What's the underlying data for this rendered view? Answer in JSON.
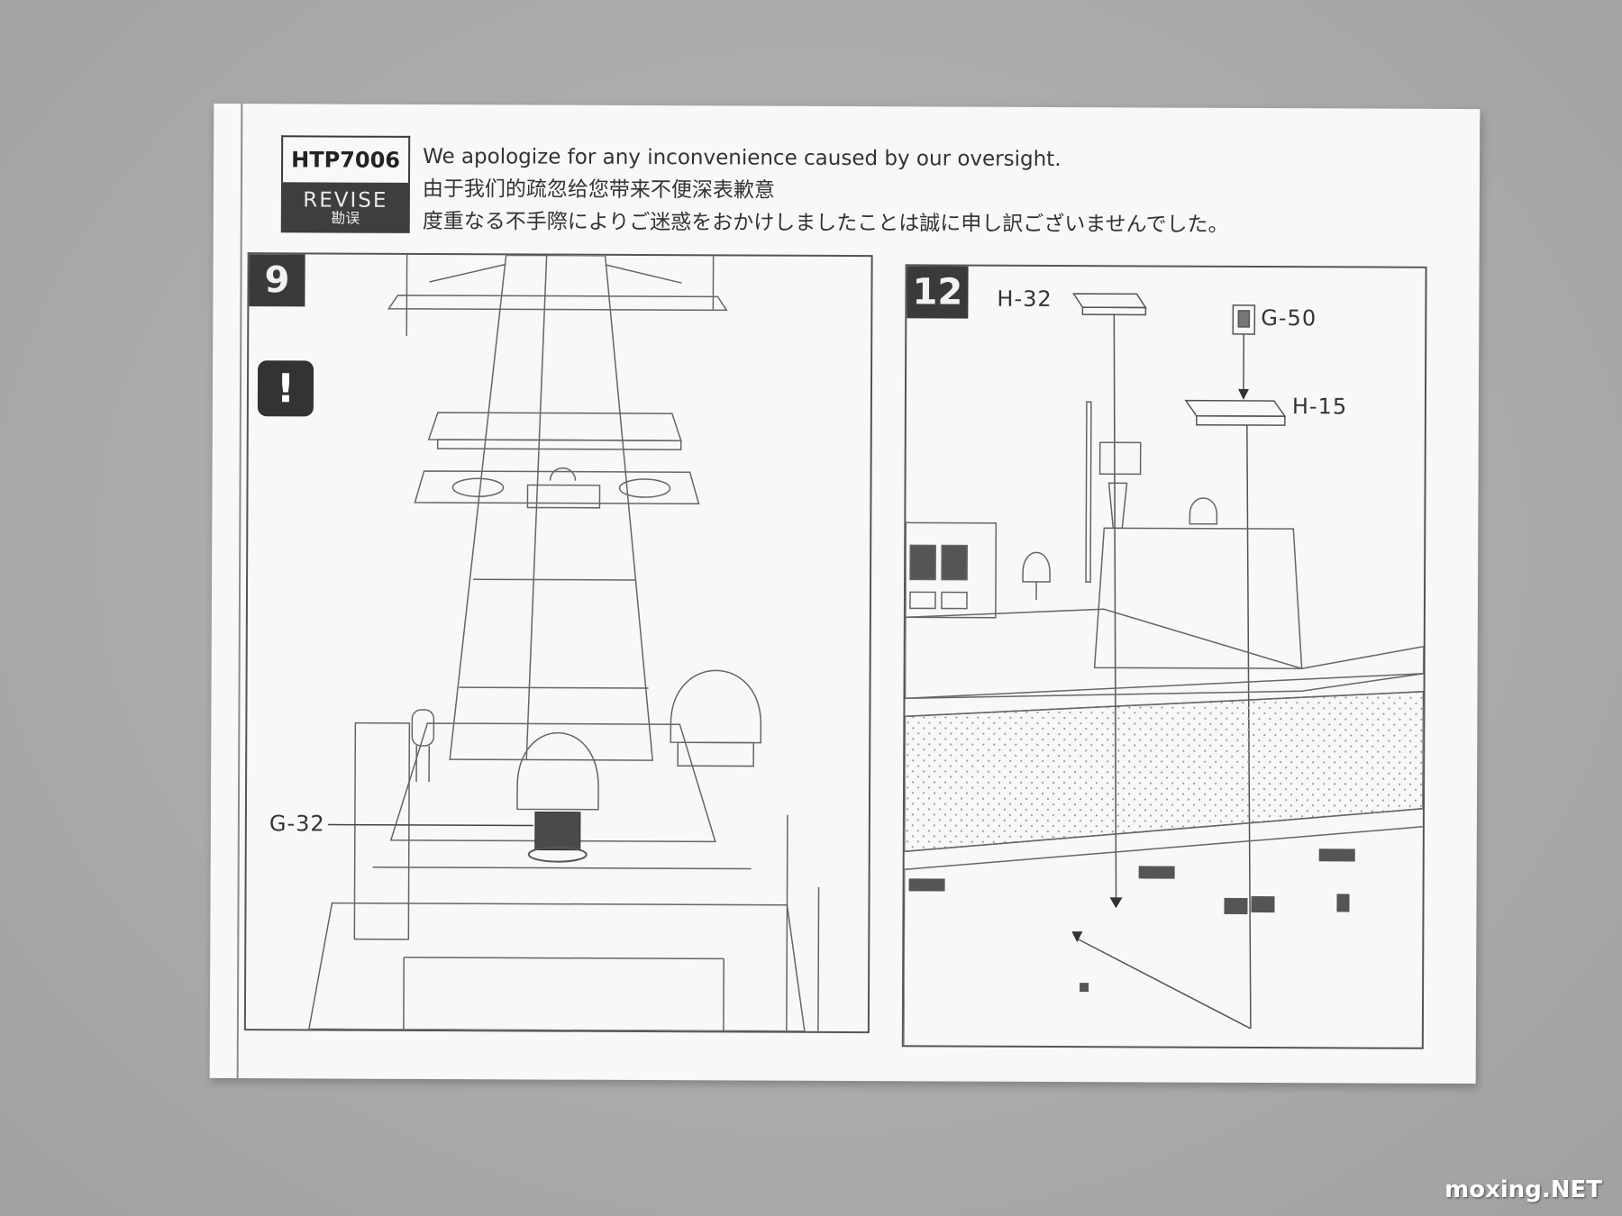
{
  "header": {
    "product_code": "HTP7006",
    "revise_en": "REVISE",
    "revise_cn": "勘误",
    "apology_en": "We apologize for any inconvenience caused by our oversight.",
    "apology_cn": "由于我们的疏忽给您带来不便深表歉意",
    "apology_jp": "度重なる不手際によりご迷惑をおかけしましたことは誠に申し訳ございませんでした。"
  },
  "steps": [
    {
      "number": "9",
      "warning_icon": "exclamation-icon",
      "warning_glyph": "!",
      "parts": [
        "G-32"
      ]
    },
    {
      "number": "12",
      "parts": [
        "H-32",
        "G-50",
        "H-15"
      ]
    }
  ],
  "watermark": "moxing.NET",
  "colors": {
    "ink": "#3a3a3a",
    "paper": "#f8f8f6",
    "background": "#a9abad"
  }
}
